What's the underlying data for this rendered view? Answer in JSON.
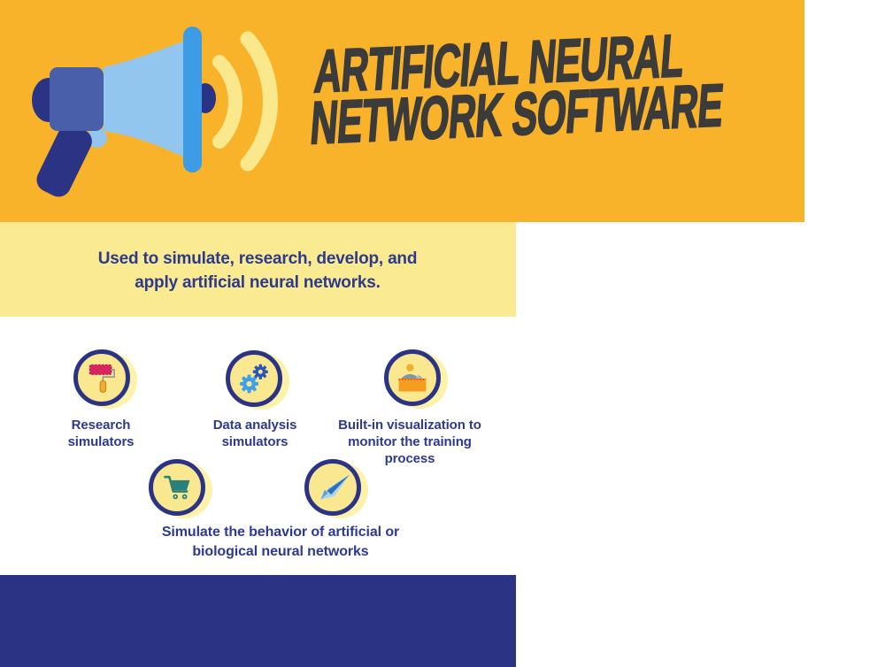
{
  "header": {
    "title_line1": "ARTIFICIAL NEURAL",
    "title_line2": "NETWORK SOFTWARE",
    "icon": "megaphone-icon"
  },
  "subtitle": {
    "text": "Used to simulate, research, develop, and apply artificial neural networks."
  },
  "features": {
    "row1": [
      {
        "icon": "paint-roller-icon",
        "label": "Research simulators"
      },
      {
        "icon": "gears-icon",
        "label": "Data analysis simulators"
      },
      {
        "icon": "sandbox-icon",
        "label": "Built-in visualization to monitor the training process"
      }
    ],
    "row2": {
      "icons": [
        "shopping-cart-icon",
        "paper-plane-icon"
      ],
      "label": "Simulate the behavior of artificial or biological neural networks"
    }
  },
  "colors": {
    "banner_orange": "#F9B32B",
    "band_yellow": "#FAEB92",
    "circle_yellow": "#F9E88F",
    "navy": "#2B3484",
    "text_navy": "#2C3A8F",
    "title_dark": "#3B3B3B",
    "megaphone_light_blue": "#93C6EF",
    "megaphone_blue": "#4A5FA9",
    "megaphone_bright_blue": "#3E9BE5",
    "wave_yellow": "#FAE98C"
  }
}
